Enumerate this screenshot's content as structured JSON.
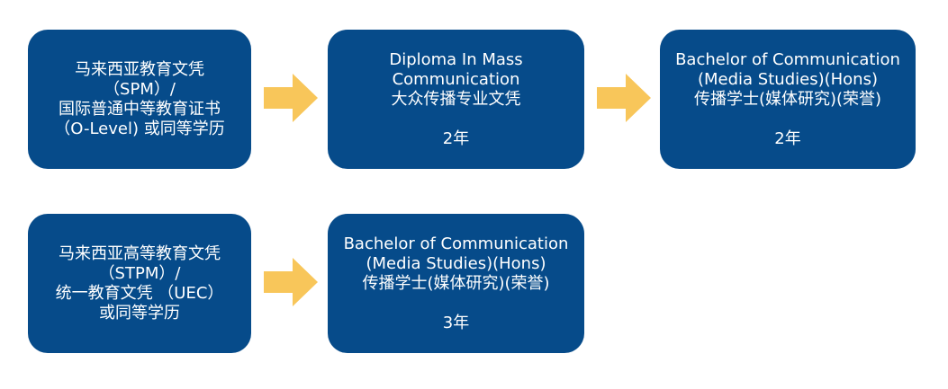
{
  "colors": {
    "box_fill": "#064b8a",
    "text": "#ffffff",
    "arrow": "#f8c65a"
  },
  "row1": {
    "entry": {
      "lines": [
        "马来西亚教育文凭",
        "（SPM）/",
        "国际普通中等教育证书",
        "（O-Level) 或同等学历"
      ]
    },
    "diploma": {
      "lines": [
        "Diploma In Mass",
        "Communication",
        "大众传播专业文凭"
      ],
      "duration": "2年"
    },
    "bachelor": {
      "lines": [
        "Bachelor of Communication",
        "(Media Studies)(Hons)",
        "传播学士(媒体研究)(荣誉)"
      ],
      "duration": "2年"
    }
  },
  "row2": {
    "entry": {
      "lines": [
        "马来西亚高等教育文凭",
        "（STPM）/",
        "统一教育文凭 （UEC）",
        "或同等学历"
      ]
    },
    "bachelor": {
      "lines": [
        "Bachelor of Communication",
        "(Media Studies)(Hons)",
        "传播学士(媒体研究)(荣誉)"
      ],
      "duration": "3年"
    }
  }
}
